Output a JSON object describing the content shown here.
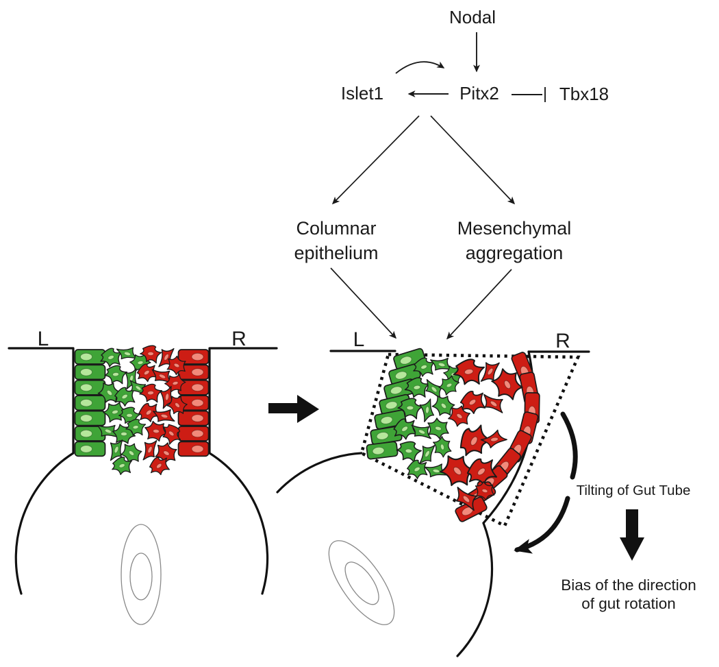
{
  "pathway": {
    "nodal": "Nodal",
    "islet1": "Islet1",
    "pitx2": "Pitx2",
    "tbx18": "Tbx18",
    "columnar_line1": "Columnar",
    "columnar_line2": "epithelium",
    "mesenchymal_line1": "Mesenchymal",
    "mesenchymal_line2": "aggregation"
  },
  "panels": {
    "left": {
      "left_label": "L",
      "right_label": "R"
    },
    "right": {
      "left_label": "L",
      "right_label": "R"
    }
  },
  "annotations": {
    "tilting": "Tilting of Gut Tube",
    "bias_line1": "Bias of the direction",
    "bias_line2": "of gut rotation"
  },
  "colors": {
    "green_cell": "#3fa437",
    "green_nucleus": "#b5e79b",
    "red_cell": "#cd1d14",
    "red_nucleus": "#f28a7b",
    "line": "#111111"
  },
  "cells": {
    "epithelial_cells_per_column": 7
  }
}
